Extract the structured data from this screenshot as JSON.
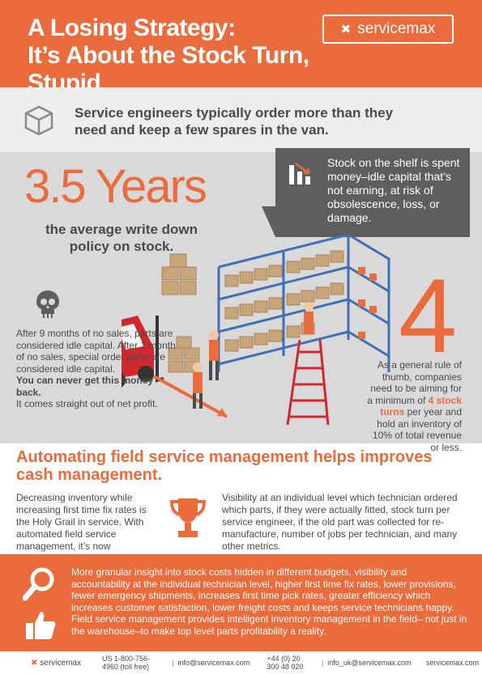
{
  "header": {
    "title_line1": "A Losing Strategy:",
    "title_line2": "It’s About the Stock Turn, Stupid",
    "brand": "servicemax"
  },
  "intro": {
    "text": "Service engineers typically order more than they need and keep a few spares in the van."
  },
  "years": {
    "value": "3.5 Years",
    "caption": "the average write down policy on stock."
  },
  "shelf_callout": {
    "text": "Stock on the shelf is spent money–idle capital that’s not earning, at risk of obsolescence, loss, or damage."
  },
  "idle": {
    "text": "After 9 months of no sales, parts are considered idle capital. After 1 month of no sales, special order parts are considered idle capital.",
    "bold": "You can never get this money back.",
    "tail": "It comes straight out of net profit."
  },
  "rule": {
    "number": "4",
    "text_before": "As a general rule of thumb, companies need to be aiming for a minimum of ",
    "highlight": "4 stock turns",
    "text_after": " per year and hold an inventory of 10% of total revenue or less."
  },
  "automating": {
    "heading": "Automating field service management helps improves cash management.",
    "left": "Decreasing inventory while increasing first time fix rates is the Holy Grail in service. With automated field service management, it’s now achievable.",
    "right": "Visibility at an individual level which technician ordered which parts, if they were actually fitted, stock turn per service engineer, if the old part was collected for re-manufacture, number of jobs per technician, and many other metrics."
  },
  "bottom": {
    "insight": "More granular insight into stock costs hidden in different budgets, visibility and accountability at the individual technician level, higher first time fix rates, lower provisions, fewer emergency shipments, increases first time pick rates, greater efficiency which increases customer satisfaction, lower freight costs and keeps service technicians happy.",
    "fsm": "Field service management provides intelligent inventory management in the field– not just in the warehouse–to make top level parts profitability a reality."
  },
  "footer": {
    "brand": "servicemax",
    "phone_us": "US 1-800-756-4960 (toll free)",
    "email": "info@servicemax.com",
    "phone_uk": "+44 (0) 20 300 48 920",
    "email_uk": "info_uk@servicemax.com",
    "web": "servicemax.com",
    "separator": "|"
  },
  "colors": {
    "accent": "#ea6b3b",
    "dark_gray": "#5e5e5e",
    "light_gray": "#d9d9d9",
    "band_gray": "#ededed"
  },
  "icons": [
    "box-icon",
    "bar-chart-icon",
    "skull-icon",
    "trophy-icon",
    "magnifier-icon",
    "thumbs-up-icon"
  ]
}
